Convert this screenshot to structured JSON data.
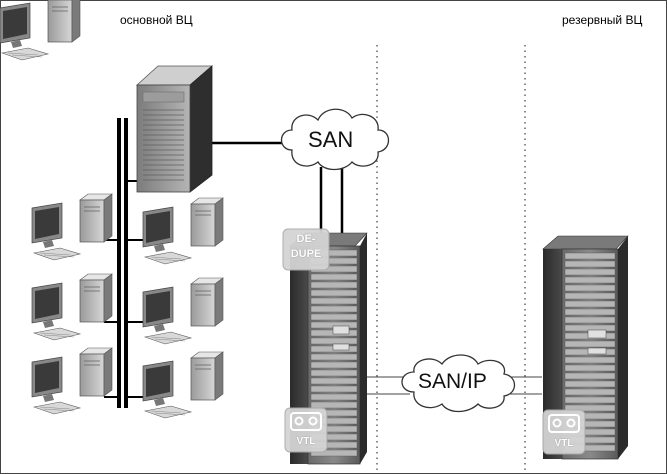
{
  "labels": {
    "primary_site": "основной ВЦ",
    "backup_site": "резервный ВЦ"
  },
  "clouds": {
    "san": "SAN",
    "san_ip": "SAN/IP"
  },
  "badges": {
    "dedupe_line1": "DE-",
    "dedupe_line2": "DUPE",
    "vtl_primary": "VTL",
    "vtl_backup": "VTL"
  },
  "icons": [
    "server-tower-icon",
    "workstation-icon",
    "storage-rack-icon",
    "cloud-icon",
    "tape-cassette-icon"
  ]
}
